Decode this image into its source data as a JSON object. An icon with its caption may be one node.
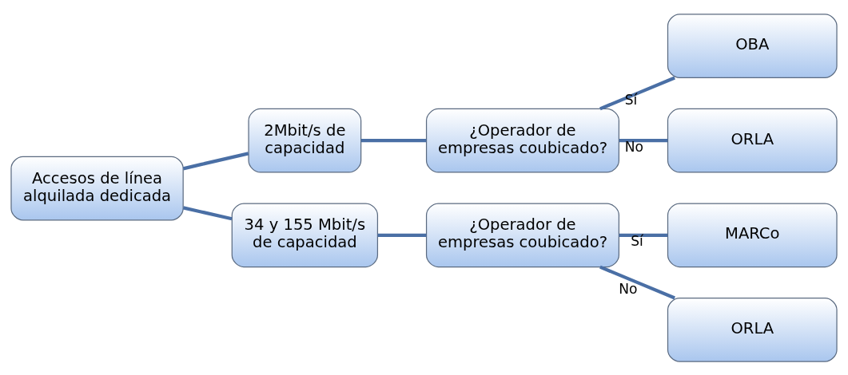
{
  "diagram": {
    "nodes": [
      {
        "text": [
          "Accesos de línea alquilada dedicada"
        ]
      },
      {
        "text": [
          "2Mbit/s de capacidad"
        ]
      },
      {
        "text": [
          "¿Operador de empresas coubicado?"
        ]
      },
      {
        "text": [
          "OBA"
        ]
      },
      {
        "text": [
          "ORLA"
        ]
      },
      {
        "text": [
          "34 y 155 Mbit/s de capacidad"
        ]
      },
      {
        "text": [
          "¿Operador de empresas coubicado?"
        ]
      },
      {
        "text": [
          "MARCo"
        ]
      },
      {
        "text": [
          "ORLA"
        ]
      }
    ],
    "edges": [
      {
        "from": 0,
        "to": 1,
        "arrow": "none"
      },
      {
        "from": 1,
        "to": 2,
        "arrow": "none"
      },
      {
        "from": 2,
        "to": 3,
        "arrow": "none",
        "label": "Sí"
      },
      {
        "from": 2,
        "to": 4,
        "arrow": "none",
        "label": "No"
      },
      {
        "from": 0,
        "to": 5,
        "arrow": "none"
      },
      {
        "from": 5,
        "to": 6,
        "arrow": "none"
      },
      {
        "from": 6,
        "to": 7,
        "arrow": "none",
        "label": "Sí"
      },
      {
        "from": 6,
        "to": 8,
        "arrow": "none",
        "label": "No"
      }
    ]
  }
}
